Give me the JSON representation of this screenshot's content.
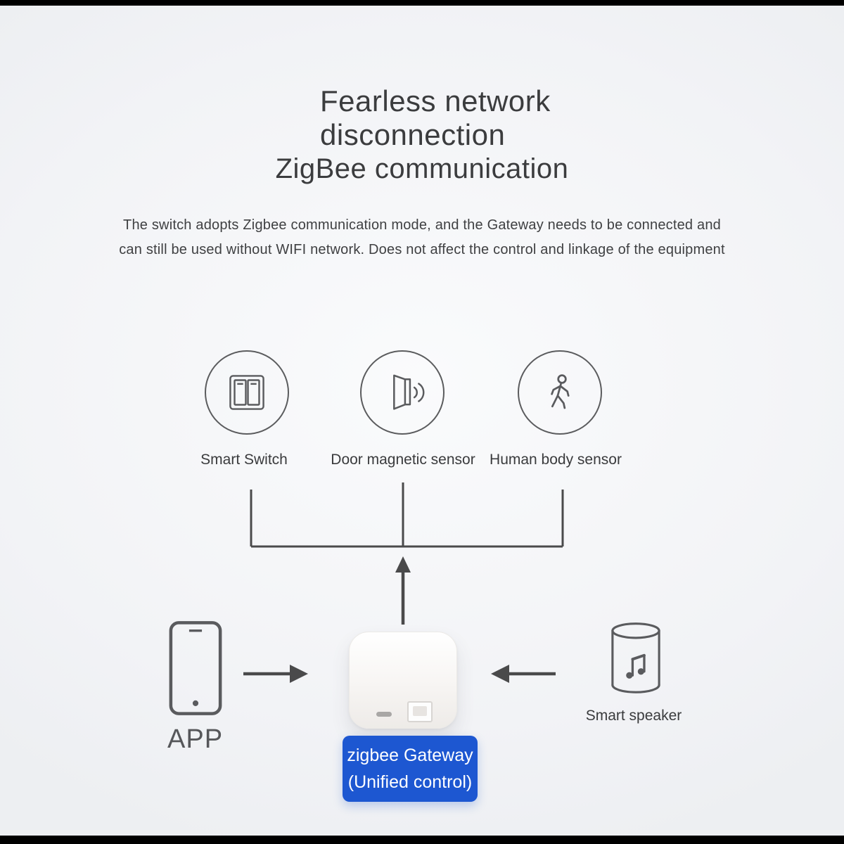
{
  "header": {
    "title_line1": "Fearless network",
    "title_line2": "disconnection",
    "subtitle": "ZigBee communication",
    "description_line1": "The switch adopts Zigbee communication mode, and the Gateway needs to be connected and",
    "description_line2": "can still be used without WIFI network. Does not affect the control and linkage of the equipment"
  },
  "devices": [
    {
      "label": "Smart Switch",
      "icon": "smart-switch-icon"
    },
    {
      "label": "Door magnetic sensor",
      "icon": "door-magnetic-sensor-icon"
    },
    {
      "label": "Human body sensor",
      "icon": "human-body-sensor-icon"
    }
  ],
  "hub": {
    "app_label": "APP",
    "speaker_label": "Smart speaker",
    "gateway_badge_line1": "zigbee Gateway",
    "gateway_badge_line2": "(Unified control)",
    "icons": [
      "phone-icon",
      "gateway-device",
      "smart-speaker-icon",
      "arrow-right-icon",
      "arrow-left-icon",
      "arrow-up-icon"
    ]
  },
  "colors": {
    "badge_blue": "#1d57d1",
    "line_gray": "#4a4a4b",
    "icon_gray": "#5a5b5e"
  }
}
